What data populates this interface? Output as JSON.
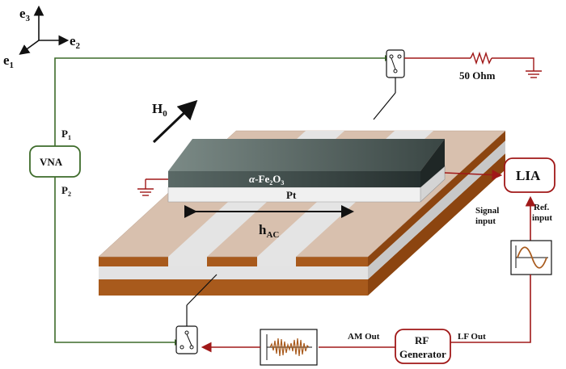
{
  "axes": {
    "e1": "e",
    "e1_sub": "1",
    "e2": "e",
    "e2_sub": "2",
    "e3": "e",
    "e3_sub": "3"
  },
  "field": {
    "H": "H",
    "H_sub": "0",
    "h": "h",
    "h_sub": "AC"
  },
  "vna": {
    "label": "VNA",
    "p1": "P",
    "p1_sub": "1",
    "p2": "P",
    "p2_sub": "2"
  },
  "resistor": {
    "label": "50 Ohm"
  },
  "sample": {
    "film_prefix": "α",
    "film_main": "-Fe",
    "film_sub1": "2",
    "film_mid": "O",
    "film_sub2": "3",
    "metal": "Pt"
  },
  "lia": {
    "label": "LIA",
    "signal_line1": "Signal",
    "signal_line2": "input",
    "ref_line1": "Ref.",
    "ref_line2": "input"
  },
  "rf": {
    "line1": "RF",
    "line2": "Generator",
    "am_out": "AM Out",
    "lf_out": "LF Out"
  },
  "colors": {
    "green_wire": "#3d6b2a",
    "red_wire": "#a01818",
    "copper": "#a85a1c",
    "substrate": "#d8c0ae",
    "film": "#5f6e6a"
  }
}
